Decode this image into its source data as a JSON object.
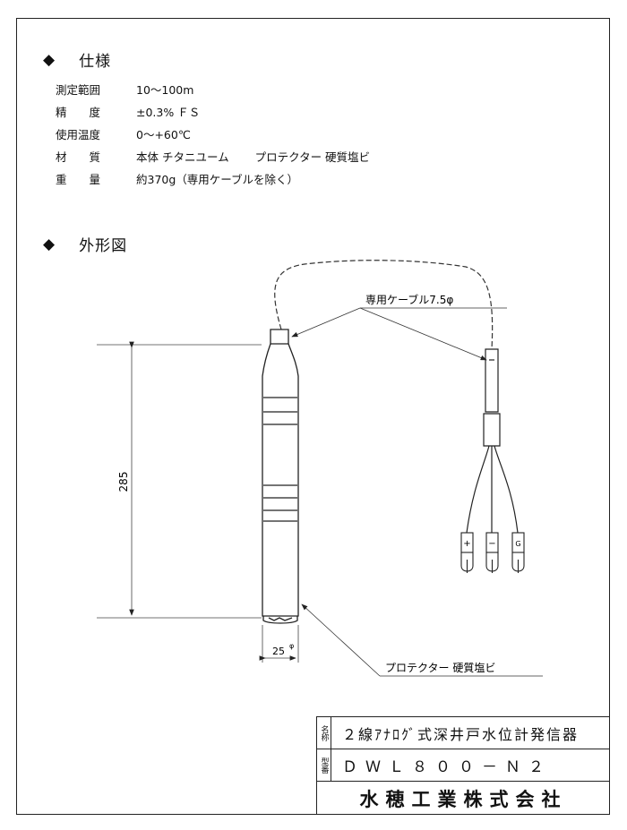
{
  "spec_section": {
    "bullet": "◆",
    "title": "仕様",
    "rows": [
      {
        "label": "測定範囲",
        "value": "10～100m"
      },
      {
        "label": "精　　度",
        "value": "±0.3% ＦＳ"
      },
      {
        "label": "使用温度",
        "value": "0～+60℃"
      },
      {
        "label": "材　　質",
        "value": "本体 チタニユーム　　 プロテクター 硬質塩ビ"
      },
      {
        "label": "重　　量",
        "value": "約370g（専用ケーブルを除く）"
      }
    ]
  },
  "outline_section": {
    "bullet": "◆",
    "title": "外形図"
  },
  "drawing": {
    "length_dim": "285",
    "diameter_dim": "25",
    "diameter_symbol": "φ",
    "cable_label": "専用ケーブル7.5φ",
    "protector_label": "プロテクター 硬質塩ビ",
    "terminals": [
      "+",
      "−",
      "G"
    ]
  },
  "title_block": {
    "name_tag": "名称",
    "name": "２線ｱﾅﾛｸﾞ式深井戸水位計発信器",
    "model_tag": "型番",
    "model": "ＤＷＬ８００－Ｎ２",
    "company": "水穂工業株式会社"
  }
}
